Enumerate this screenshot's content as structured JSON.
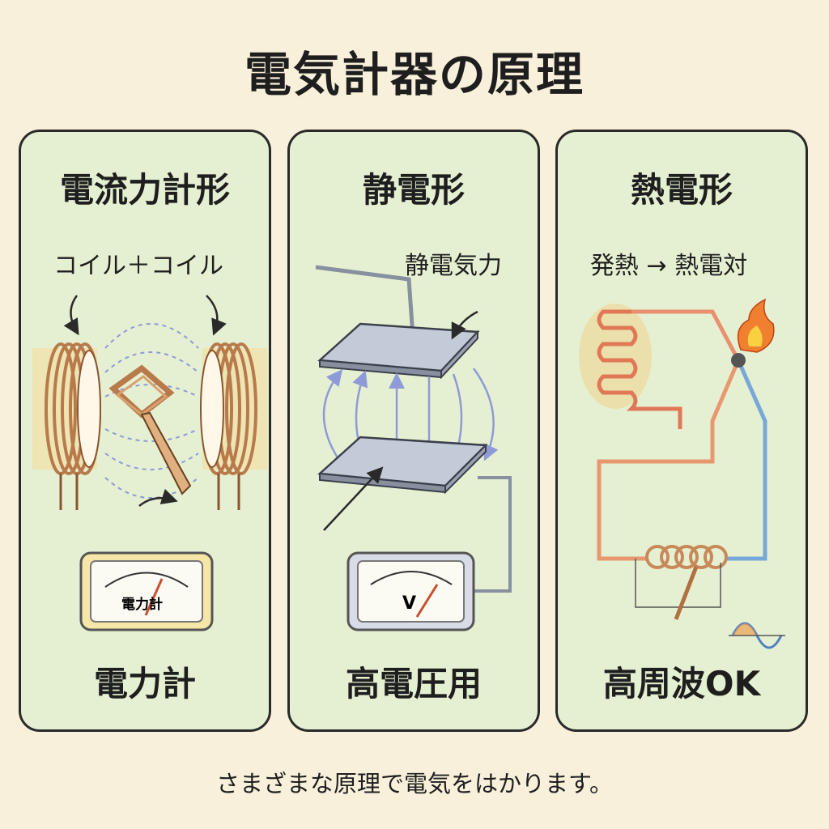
{
  "title": "電気計器の原理",
  "panels": [
    {
      "heading": "電流力計形",
      "subtitle": "コイル＋コイル",
      "meter_label": "電力計",
      "bottom_label": "電力計"
    },
    {
      "heading": "静電形",
      "subtitle": "静電気力",
      "meter_label": "V",
      "bottom_label": "高電圧用"
    },
    {
      "heading": "熱電形",
      "subtitle": "発熱 → 熱電対",
      "bottom_label": "高周波OK"
    }
  ],
  "footer": "さまざまな原理で電気をはかります。",
  "colors": {
    "background": "#f8f0da",
    "panel": "#e5f0d2",
    "field_lines": "#8f9ad8",
    "copper": "#c8895a"
  }
}
